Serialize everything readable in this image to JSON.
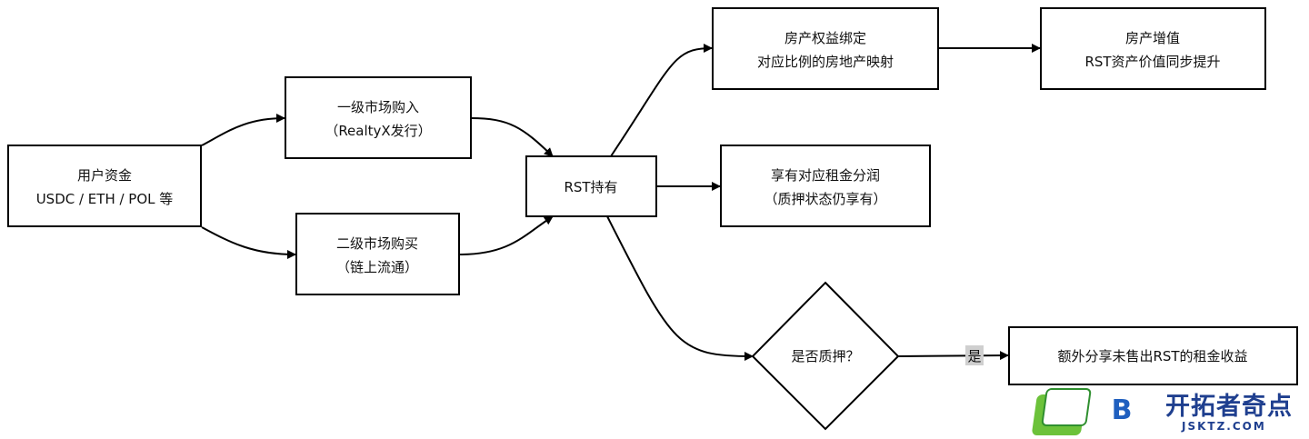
{
  "nodes": {
    "funds": {
      "lines": [
        "用户资金",
        "USDC / ETH / POL 等"
      ]
    },
    "primary": {
      "lines": [
        "一级市场购入",
        "（RealtyX发行）"
      ]
    },
    "secondary": {
      "lines": [
        "二级市场购买",
        "（链上流通）"
      ]
    },
    "rst": {
      "lines": [
        "RST持有"
      ]
    },
    "property_bind": {
      "lines": [
        "房产权益绑定",
        "对应比例的房地产映射"
      ]
    },
    "appreciation": {
      "lines": [
        "房产增值",
        "RST资产价值同步提升"
      ]
    },
    "rent_share": {
      "lines": [
        "享有对应租金分润",
        "（质押状态仍享有）"
      ]
    },
    "staked": {
      "lines": [
        "是否质押？"
      ]
    },
    "extra_income": {
      "lines": [
        "额外分享未售出RST的租金收益"
      ]
    }
  },
  "edges": {
    "staked_yes": "是"
  },
  "logo": {
    "mark": "B",
    "title": "开拓者奇点",
    "subtitle": "JSKTZ.COM"
  },
  "colors": {
    "stroke": "#000000",
    "logo_green": "#6cc23a",
    "logo_blue": "#1f3f8f"
  }
}
